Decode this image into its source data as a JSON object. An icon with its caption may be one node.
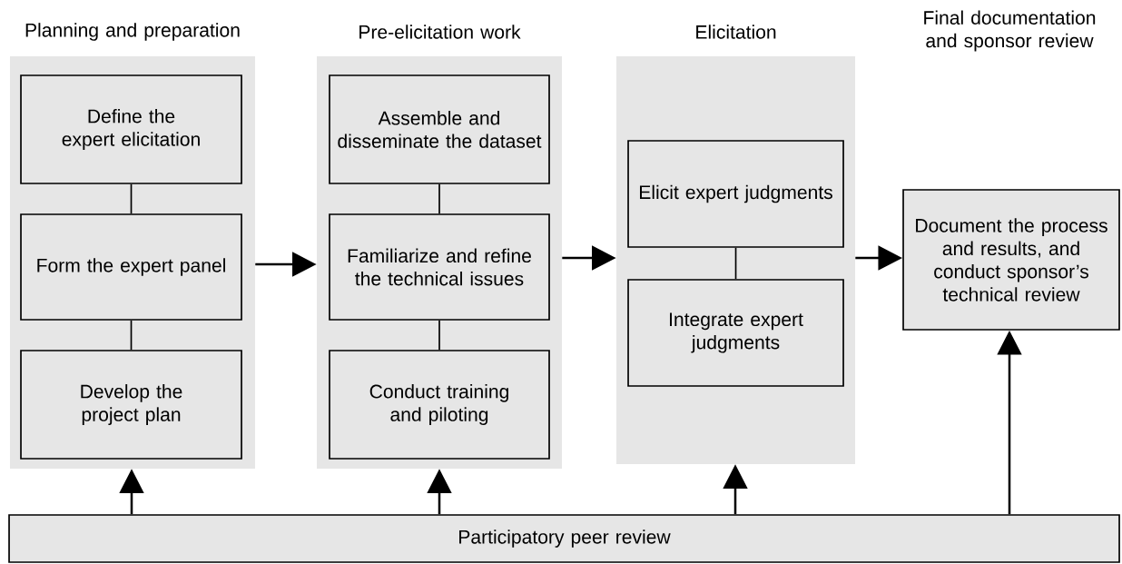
{
  "diagram": {
    "nodes": [
      {
        "text": [
          "Planning and preparation"
        ]
      },
      {
        "text": [
          "Define the expert elicitation"
        ],
        "in": 0
      },
      {
        "text": [
          "Form the expert panel"
        ],
        "in": 0
      },
      {
        "text": [
          "Develop the project plan"
        ],
        "in": 0
      },
      {
        "text": [
          "Pre-elicitation work"
        ]
      },
      {
        "text": [
          "Assemble and disseminate the dataset"
        ],
        "in": 4
      },
      {
        "text": [
          "Familiarize and refine the technical issues"
        ],
        "in": 4
      },
      {
        "text": [
          "Conduct training and piloting"
        ],
        "in": 4
      },
      {
        "text": [
          "Elicitation"
        ]
      },
      {
        "text": [
          "Elicit expert judgments"
        ],
        "in": 8
      },
      {
        "text": [
          "Integrate expert judgments"
        ],
        "in": 8
      },
      {
        "text": [
          "Document the process and results, and conduct sponsor’s technical review"
        ]
      },
      {
        "text": [
          "Participatory peer review"
        ]
      }
    ],
    "edges": [
      {
        "from": 1,
        "to": 2,
        "arrow": "none"
      },
      {
        "from": 2,
        "to": 3,
        "arrow": "none"
      },
      {
        "from": 5,
        "to": 6,
        "arrow": "none"
      },
      {
        "from": 6,
        "to": 7,
        "arrow": "none"
      },
      {
        "from": 9,
        "to": 10,
        "arrow": "none"
      },
      {
        "from": 0,
        "to": 4,
        "arrow": "to"
      },
      {
        "from": 4,
        "to": 8,
        "arrow": "to"
      },
      {
        "from": 8,
        "to": 11,
        "arrow": "to"
      },
      {
        "from": 12,
        "to": 0,
        "arrow": "to"
      },
      {
        "from": 12,
        "to": 4,
        "arrow": "to"
      },
      {
        "from": 12,
        "to": 8,
        "arrow": "to"
      },
      {
        "from": 12,
        "to": 11,
        "arrow": "to"
      }
    ],
    "labels": [
      "Final documentation and sponsor review"
    ]
  }
}
